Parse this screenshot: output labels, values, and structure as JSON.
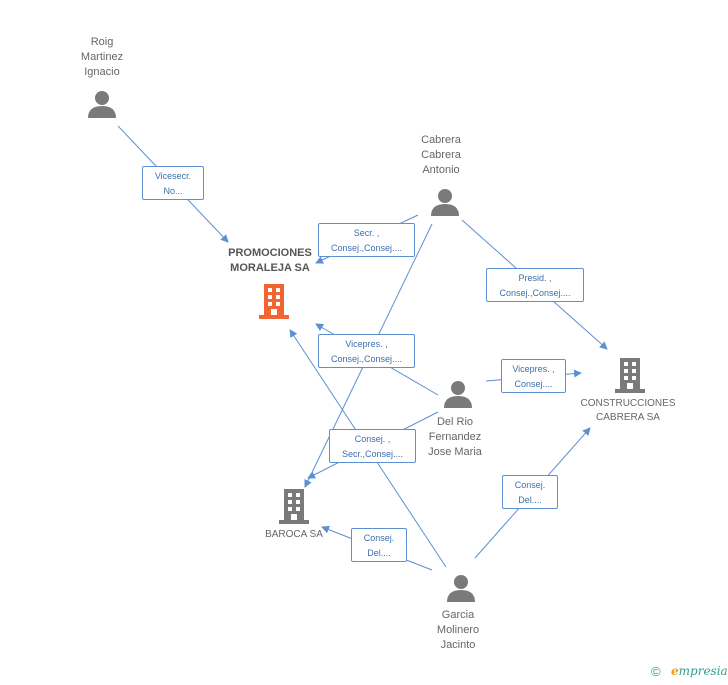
{
  "persons": {
    "roig": [
      "Roig",
      "Martinez",
      "Ignacio"
    ],
    "cabrera": [
      "Cabrera",
      "Cabrera",
      "Antonio"
    ],
    "delrio": [
      "Del Rio",
      "Fernandez",
      "Jose Maria"
    ],
    "garcia": [
      "Garcia",
      "Molinero",
      "Jacinto"
    ]
  },
  "companies": {
    "promociones": [
      "PROMOCIONES",
      "MORALEJA SA"
    ],
    "construcciones": [
      "CONSTRUCCIONES",
      "CABRERA SA"
    ],
    "baroca": [
      "BAROCA SA"
    ]
  },
  "relations": {
    "roig_promociones": [
      "Vicesecr.",
      "No..."
    ],
    "cabrera_promociones": [
      "Secr. ,",
      "Consej.,Consej...."
    ],
    "cabrera_construcciones": [
      "Presid. ,",
      "Consej.,Consej...."
    ],
    "delrio_promociones": [
      "Vicepres. ,",
      "Consej.,Consej...."
    ],
    "delrio_construcciones": [
      "Vicepres. ,",
      "Consej...."
    ],
    "delrio_baroca": [
      "Consej. ,",
      "Secr.,Consej...."
    ],
    "garcia_baroca": [
      "Consej.",
      "Del...."
    ],
    "garcia_construcciones": [
      "Consej.",
      "Del...."
    ]
  },
  "footer": {
    "copyright": "©",
    "brand_initial": "e",
    "brand_rest": "mpresia"
  },
  "colors": {
    "edge": "#5c90d2",
    "icon_gray": "#7a7a7a",
    "main_company": "#f26531",
    "brand": "#2f9e8f"
  }
}
